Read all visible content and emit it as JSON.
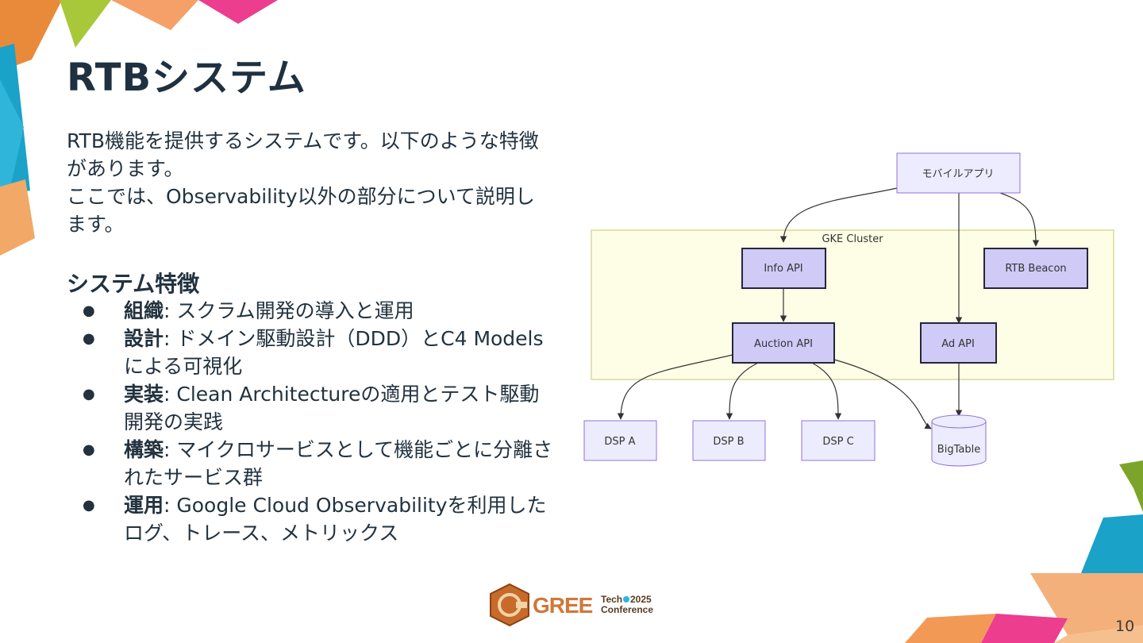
{
  "slide": {
    "title": "RTBシステム",
    "intro": [
      "RTB機能を提供するシステムです。以下のような特徴があります。",
      "ここでは、Observability以外の部分について説明します。"
    ],
    "features_heading": "システム特徴",
    "features": [
      {
        "term": "組織",
        "desc": ": スクラム開発の導入と運用"
      },
      {
        "term": "設計",
        "desc": ": ドメイン駆動設計（DDD）とC4 Modelsによる可視化"
      },
      {
        "term": "実装",
        "desc": ": Clean Architectureの適用とテスト駆動開発の実践"
      },
      {
        "term": "構築",
        "desc": ": マイクロサービスとして機能ごとに分離されたサービス群"
      },
      {
        "term": "運用",
        "desc": ": Google Cloud Observabilityを利用したログ、トレース、メトリックス"
      }
    ],
    "page_number": "10",
    "bullet": "●"
  },
  "diagram": {
    "cluster_label": "GKE Cluster",
    "nodes": {
      "mobile_app": "モバイルアプリ",
      "info_api": "Info API",
      "rtb_beacon": "RTB Beacon",
      "auction_api": "Auction API",
      "ad_api": "Ad API",
      "dsp_a": "DSP A",
      "dsp_b": "DSP B",
      "dsp_c": "DSP C",
      "bigtable": "BigTable"
    },
    "colors": {
      "cluster_fill": "#fefee6",
      "cluster_stroke": "#d8d89a",
      "node_fill": "#ececfe",
      "node_stroke": "#9370db",
      "highlight_fill": "#cfcaf6"
    }
  },
  "logo": {
    "brand": "GREE",
    "line1": "Tech",
    "year": "2025",
    "line2": "Conference"
  }
}
